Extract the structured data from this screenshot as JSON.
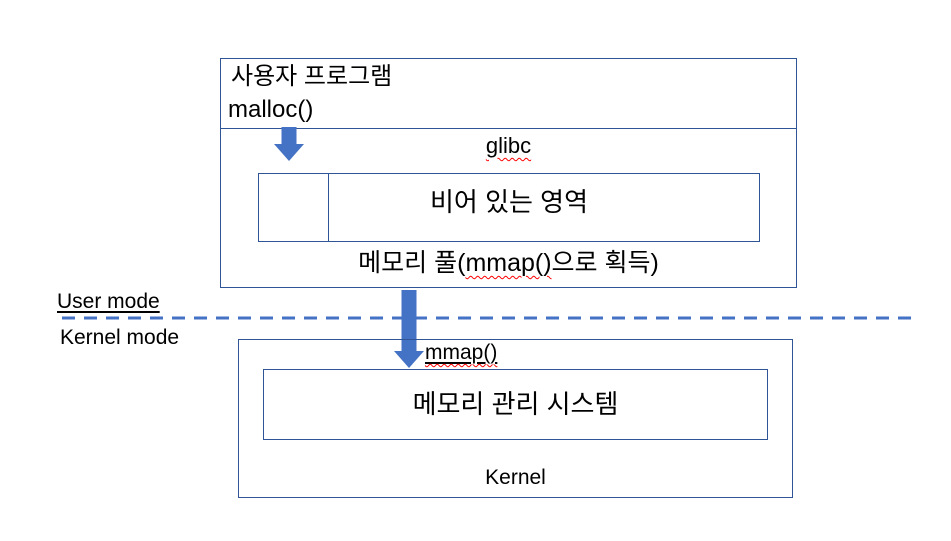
{
  "colors": {
    "box_border": "#2F5597",
    "arrow_and_dash": "#4472C4",
    "spellcheck_squiggle": "#FF0000",
    "text": "#000000",
    "background": "#FFFFFF"
  },
  "user_program_box": {
    "title": "사용자 프로그램",
    "call_label": "malloc()",
    "library_label": "glibc",
    "empty_area_label": "비어 있는 영역",
    "pool_caption": {
      "prefix": "메모리 풀(",
      "highlight": "mmap()",
      "suffix": "으로 획득)"
    }
  },
  "mode_boundary": {
    "upper_label": "User mode",
    "lower_label": "Kernel mode"
  },
  "kernel_box": {
    "call_label": "mmap()",
    "system_label": "메모리 관리 시스템",
    "kernel_label": "Kernel"
  }
}
